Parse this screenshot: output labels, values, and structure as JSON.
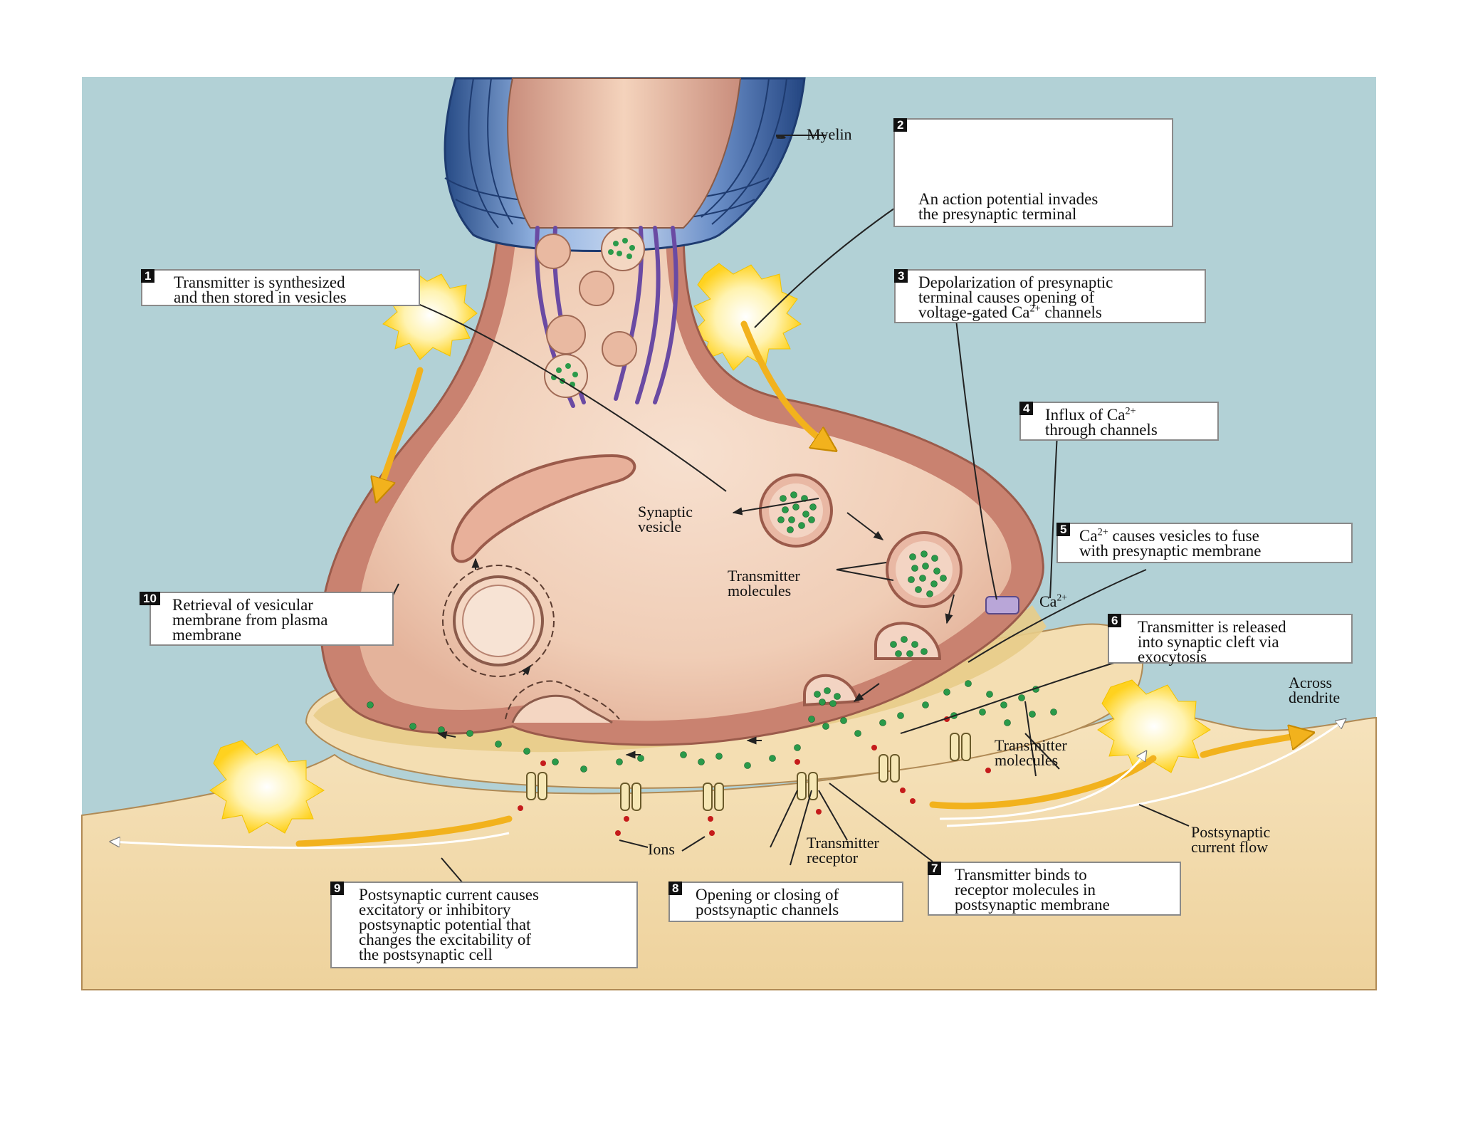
{
  "title": "",
  "colors": {
    "background_fluid": "#b2d1d6",
    "axon_cytoplasm": "#f2d2bc",
    "membrane_shadow": "#c98270",
    "myelin": "#2f5a9c",
    "postsynaptic": "#f3ddb0",
    "cleft": "#ead08f",
    "vesicle_dot": "#2a9a4a",
    "ion": "#c51b1b",
    "arrow_yellow": "#f2b21d",
    "label_box_border": "#8a8a8a"
  },
  "steps": [
    {
      "num": "1",
      "text": "Transmitter is synthesized\nand then stored in vesicles"
    },
    {
      "num": "2",
      "text": "An action potential invades\nthe presynaptic terminal"
    },
    {
      "num": "3",
      "text": "Depolarization of presynaptic\nterminal causes opening of\nvoltage-gated Ca2+ channels"
    },
    {
      "num": "4",
      "text": "Influx of Ca2+\nthrough channels"
    },
    {
      "num": "5",
      "text": "Ca2+ causes vesicles to fuse\nwith presynaptic membrane"
    },
    {
      "num": "6",
      "text": "Transmitter is released\ninto synaptic cleft via\nexocytosis"
    },
    {
      "num": "7",
      "text": "Transmitter  binds  to\nreceptor molecules in\npostsynaptic membrane"
    },
    {
      "num": "8",
      "text": "Opening or closing of\npostsynaptic channels"
    },
    {
      "num": "9",
      "text": "Postsynaptic current causes\nexcitatory or inhibitory\npostsynaptic potential that\nchanges the excitability of\nthe postsynaptic cell"
    },
    {
      "num": "10",
      "text": "Retrieval of vesicular\nmembrane from plasma\nmembrane"
    }
  ],
  "labels": {
    "myelin": "Myelin",
    "synaptic_vesicle": "Synaptic\nvesicle",
    "transmitter_molecules_top": "Transmitter\nmolecules",
    "ca_ion": "Ca2+",
    "across_dendrite": "Across\ndendrite",
    "transmitter_molecules_right": "Transmitter\nmolecules",
    "postsynaptic_current_flow": "Postsynaptic\ncurrent flow",
    "ions": "Ions",
    "transmitter_receptor": "Transmitter\nreceptor"
  }
}
